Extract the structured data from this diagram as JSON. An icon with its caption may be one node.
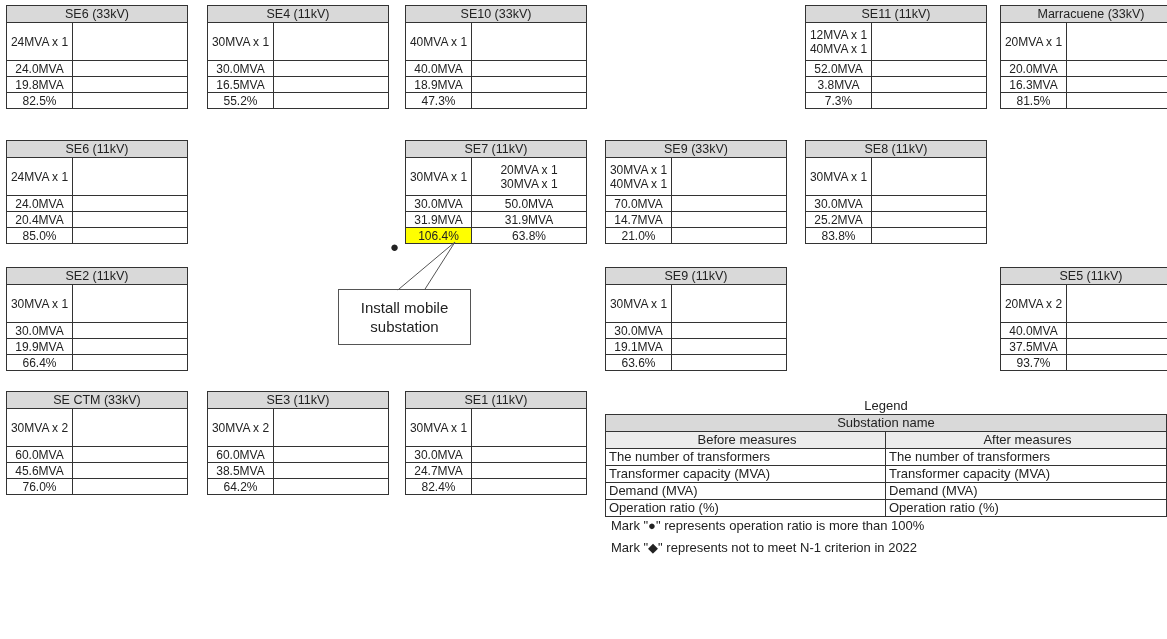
{
  "diagram": {
    "nodes": [
      {
        "text": [
          "SE6 (33kV)",
          "24MVA x 1",
          "24.0MVA",
          "19.8MVA",
          "82.5%"
        ]
      },
      {
        "text": [
          "SE4 (11kV)",
          "30MVA x 1",
          "30.0MVA",
          "16.5MVA",
          "55.2%"
        ]
      },
      {
        "text": [
          "SE10 (33kV)",
          "40MVA x 1",
          "40.0MVA",
          "18.9MVA",
          "47.3%"
        ]
      },
      {
        "text": [
          "SE11 (11kV)",
          "12MVA x 1 40MVA x 1",
          "52.0MVA",
          "3.8MVA",
          "7.3%"
        ]
      },
      {
        "text": [
          "Marracuene (33kV)",
          "20MVA x 1",
          "20.0MVA",
          "16.3MVA",
          "81.5%"
        ]
      },
      {
        "text": [
          "SE6 (11kV)",
          "24MVA x 1",
          "24.0MVA",
          "20.4MVA",
          "85.0%"
        ]
      },
      {
        "text": [
          "SE7 (11kV)",
          "30MVA x 1",
          "20MVA x 1 30MVA x 1",
          "30.0MVA",
          "50.0MVA",
          "31.9MVA",
          "31.9MVA",
          "106.4%",
          "63.8%"
        ],
        "beside": [
          "●"
        ]
      },
      {
        "text": [
          "SE9 (33kV)",
          "30MVA x 1 40MVA x 1",
          "70.0MVA",
          "14.7MVA",
          "21.0%"
        ]
      },
      {
        "text": [
          "SE8 (11kV)",
          "30MVA x 1",
          "30.0MVA",
          "25.2MVA",
          "83.8%"
        ]
      },
      {
        "text": [
          "SE2 (11kV)",
          "30MVA x 1",
          "30.0MVA",
          "19.9MVA",
          "66.4%"
        ]
      },
      {
        "text": [
          "Install mobile substation"
        ]
      },
      {
        "text": [
          "SE9 (11kV)",
          "30MVA x 1",
          "30.0MVA",
          "19.1MVA",
          "63.6%"
        ]
      },
      {
        "text": [
          "SE5 (11kV)",
          "20MVA x 2",
          "40.0MVA",
          "37.5MVA",
          "93.7%"
        ]
      },
      {
        "text": [
          "SE CTM (33kV)",
          "30MVA x 2",
          "60.0MVA",
          "45.6MVA",
          "76.0%"
        ]
      },
      {
        "text": [
          "SE3 (11kV)",
          "30MVA x 2",
          "60.0MVA",
          "38.5MVA",
          "64.2%"
        ]
      },
      {
        "text": [
          "SE1 (11kV)",
          "30MVA x 1",
          "30.0MVA",
          "24.7MVA",
          "82.4%"
        ]
      },
      {
        "text": [
          "Legend",
          "Substation name",
          "Before measures",
          "After measures",
          "The number of transformers",
          "The number of transformers",
          "Transformer capacity (MVA)",
          "Transformer capacity (MVA)",
          "Demand (MVA)",
          "Demand (MVA)",
          "Operation ratio (%)",
          "Operation ratio (%)"
        ]
      }
    ],
    "edges": [
      {
        "from": 10,
        "to": 6,
        "arrow": "none"
      }
    ],
    "labels": [
      "Mark \"●\" represents operation ratio is more than 100%",
      "Mark \"◆\" represents not to meet N-1 criterion in 2022"
    ]
  }
}
